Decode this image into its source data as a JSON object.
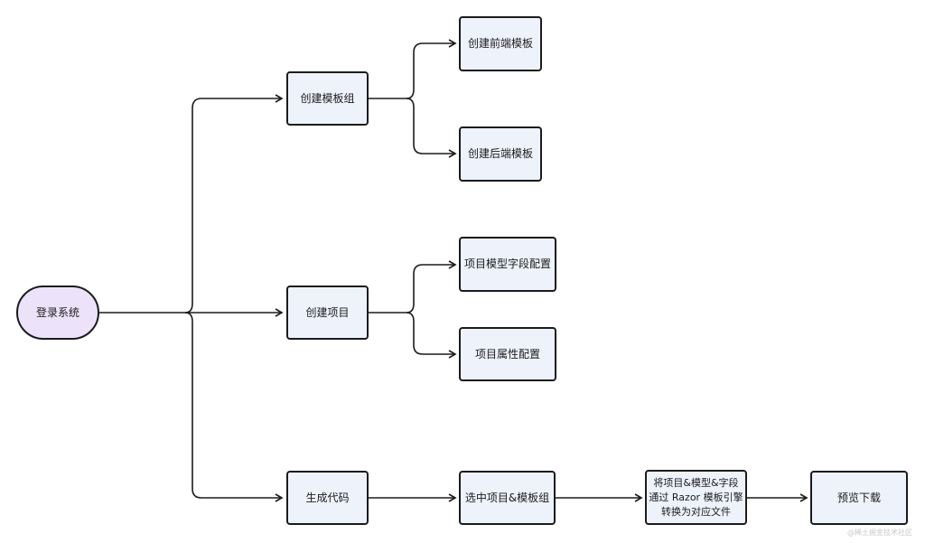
{
  "nodes": {
    "login": "登录系统",
    "create_template_group": "创建模板组",
    "create_frontend_template": "创建前端模板",
    "create_backend_template": "创建后端模板",
    "create_project": "创建项目",
    "project_model_field_config": "项目模型字段配置",
    "project_attribute_config": "项目属性配置",
    "generate_code": "生成代码",
    "select_project_template_group": "选中项目&模板组",
    "razor_convert": "将项目&模型&字段\n通过 Razor 模板引擎\n转换为对应文件",
    "preview_download": "预览下载"
  },
  "watermark": "@稀土掘金技术社区",
  "colors": {
    "start_fill": "#ece3fb",
    "node_fill": "#eef2fb",
    "stroke": "#1b1b1b"
  }
}
